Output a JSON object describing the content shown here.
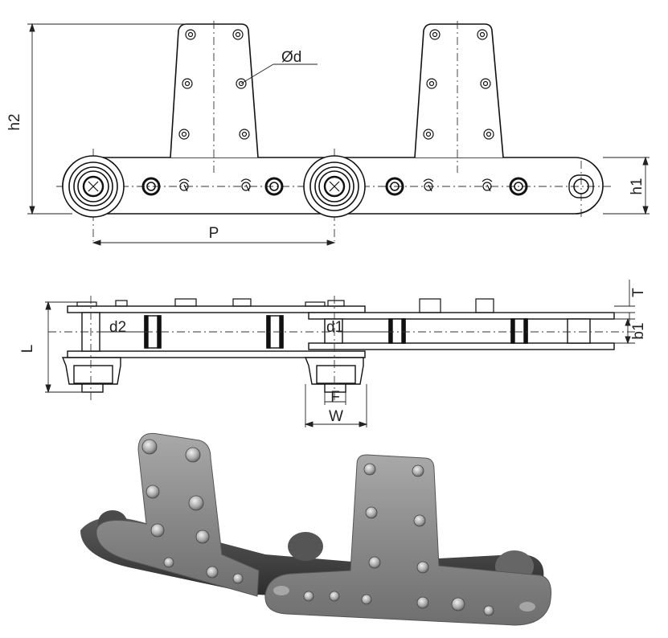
{
  "side_view": {
    "labels": {
      "h2": "h2",
      "hole_diameter": "Ød",
      "h1": "h1",
      "pitch": "P"
    }
  },
  "top_view": {
    "labels": {
      "L": "L",
      "d2": "d2",
      "d1": "d1",
      "T": "T",
      "b1": "b1",
      "F": "F",
      "W": "W"
    }
  },
  "photo": {
    "colors": {
      "plate": "#8d8d8d",
      "dark": "#3a3a3a",
      "light": "#c9c9c9"
    }
  }
}
